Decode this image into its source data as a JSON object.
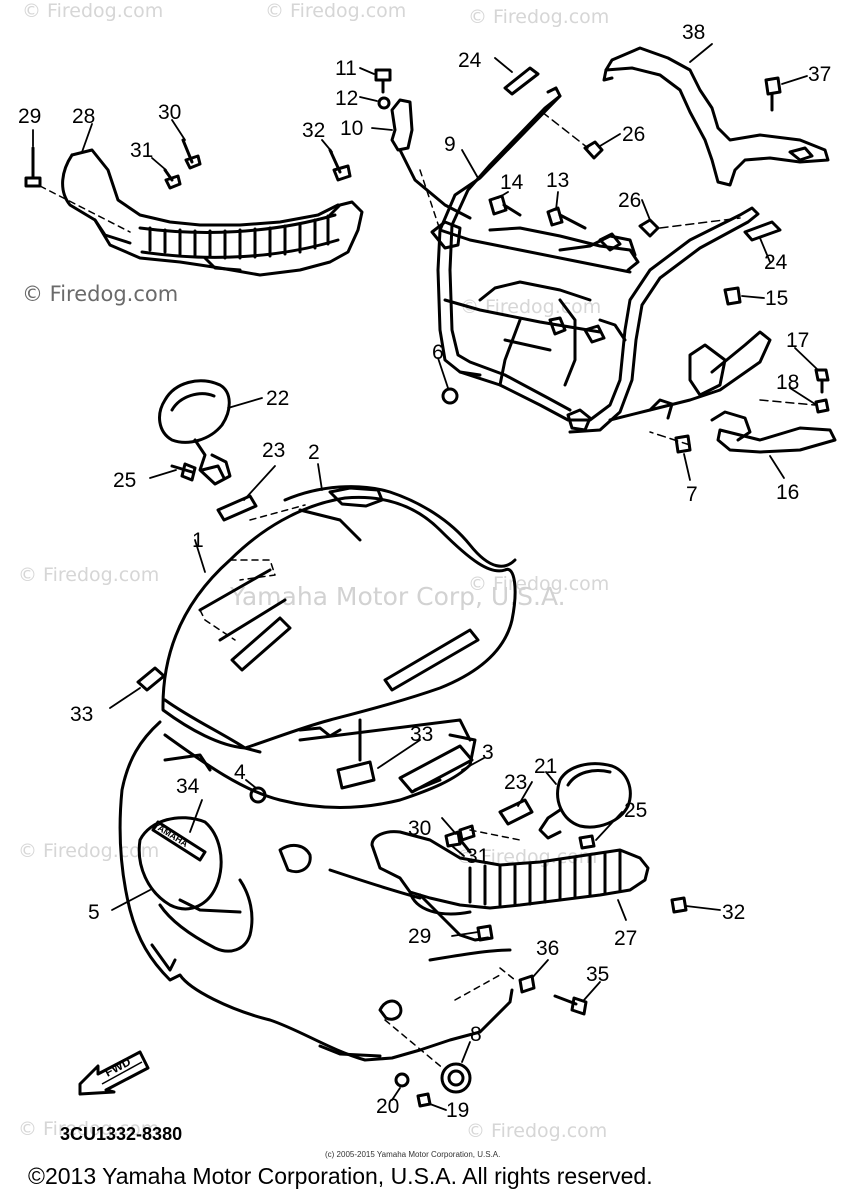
{
  "diagram": {
    "watermarks": {
      "top_left": "© Firedog.com",
      "top_mid": "© Firedog.com",
      "top_right": "© Firedog.com",
      "mid_left": "© Firedog.com",
      "center": "© Firedog.com",
      "left1": "© Firedog.com",
      "right1": "© Firedog.com",
      "left2": "© Firedog.com",
      "right2": "© Firedog.com",
      "bottom_left": "© Firedog.com",
      "bottom_right": "© Firedog.com",
      "yamaha_center": "Yamaha Motor Corp, U.S.A."
    },
    "callouts": [
      "1",
      "2",
      "3",
      "4",
      "5",
      "6",
      "7",
      "8",
      "9",
      "10",
      "11",
      "12",
      "13",
      "14",
      "15",
      "16",
      "17",
      "18",
      "19",
      "20",
      "21",
      "22",
      "23",
      "23",
      "24",
      "24",
      "25",
      "25",
      "26",
      "26",
      "27",
      "28",
      "29",
      "29",
      "30",
      "30",
      "31",
      "31",
      "32",
      "32",
      "33",
      "33",
      "34",
      "35",
      "36",
      "37",
      "38"
    ],
    "part_code": "3CU1332-8380",
    "fine_print": "(c) 2005-2015 Yamaha Motor Corporation, U.S.A.",
    "fwd_label": "FWD",
    "emblem_text": "YAMAHA",
    "copyright": "©2013 Yamaha Motor Corporation, U.S.A. All rights reserved."
  }
}
